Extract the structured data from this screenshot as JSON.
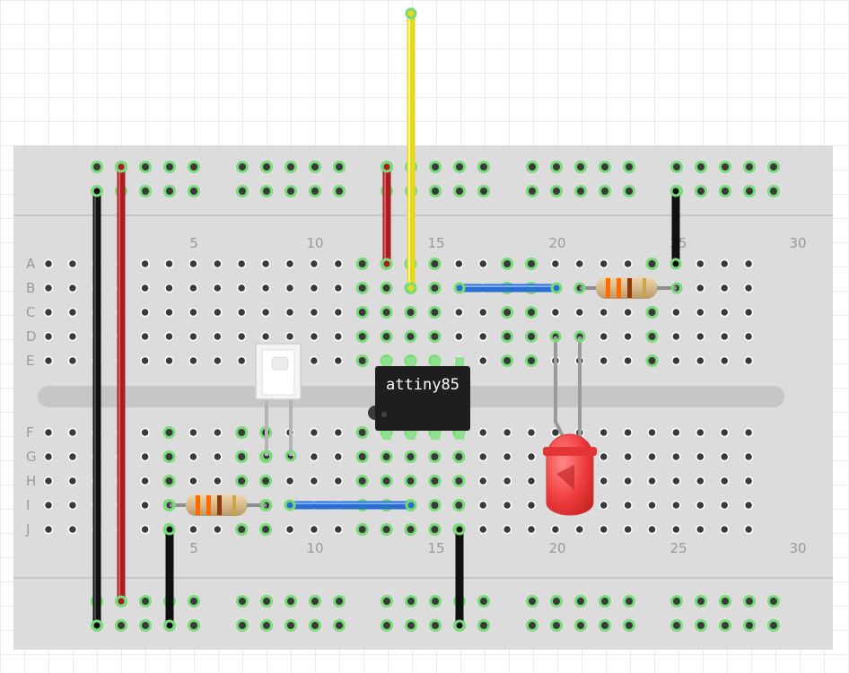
{
  "breadboard": {
    "columns": 30,
    "row_letters_top": [
      "A",
      "B",
      "C",
      "D",
      "E"
    ],
    "row_letters_bottom": [
      "F",
      "G",
      "H",
      "I",
      "J"
    ],
    "column_numbers": [
      "5",
      "10",
      "15",
      "20",
      "25",
      "30"
    ]
  },
  "chip": {
    "label": "attiny85",
    "pins_per_side": 4
  },
  "colors": {
    "board": "#dcdcdc",
    "hole": "#3a3a3a",
    "connected_hole": "#7ad97a",
    "wire_red": "#c0262b",
    "wire_black": "#1a1a1a",
    "wire_yellow": "#f2e21a",
    "wire_blue": "#2a6fcf",
    "led": "#ef3b3b",
    "chip": "#1e1e1e",
    "resistor_body": "#d9b98a",
    "photo_sensor": "#f4f4f4"
  },
  "components": [
    {
      "type": "wire",
      "color": "black",
      "label": "black-wire-power-rail"
    },
    {
      "type": "wire",
      "color": "red",
      "label": "red-wire-power-rail"
    },
    {
      "type": "wire",
      "color": "yellow",
      "label": "yellow-wire-offboard"
    },
    {
      "type": "wire",
      "color": "blue",
      "label": "blue-jumper"
    },
    {
      "type": "resistor",
      "label": "resistor"
    },
    {
      "type": "led",
      "color": "red",
      "label": "led"
    },
    {
      "type": "ic",
      "label": "attiny85"
    },
    {
      "type": "phototransistor",
      "label": "light-sensor"
    }
  ]
}
